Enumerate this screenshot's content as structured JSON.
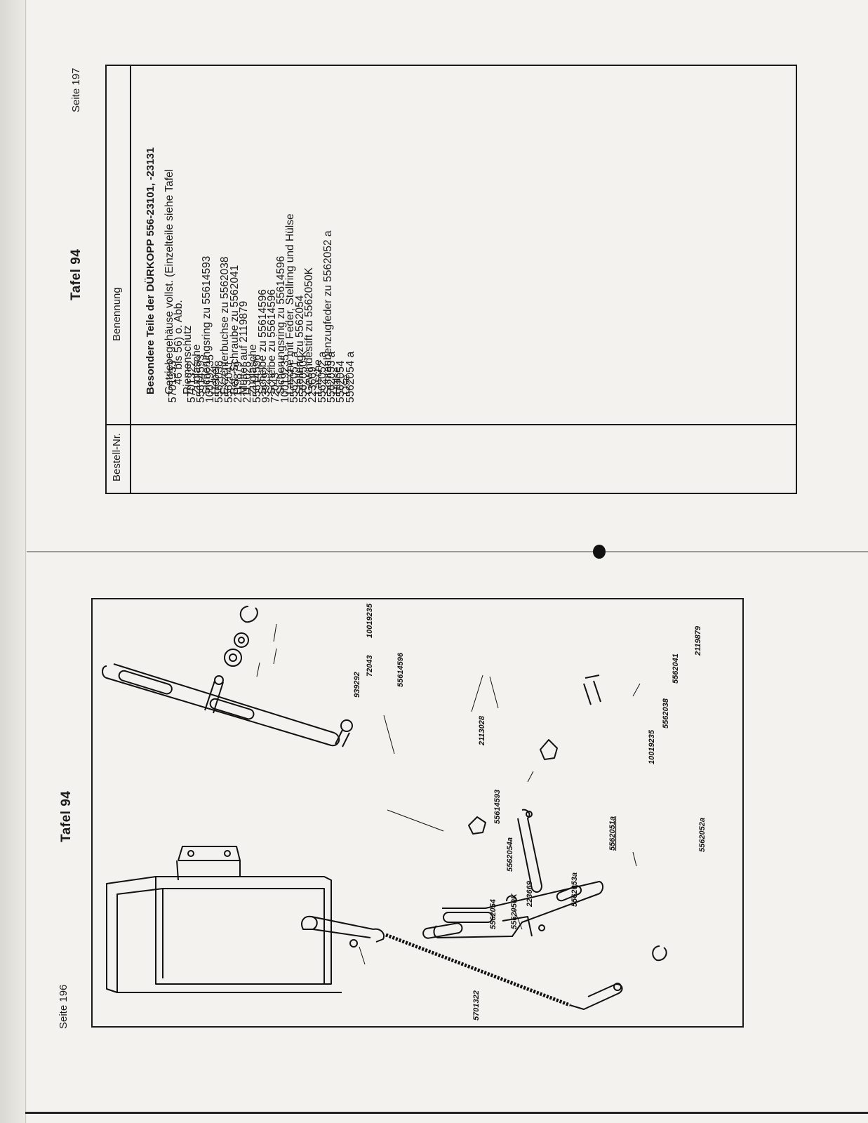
{
  "upper_page": {
    "page_number": "Seite 197",
    "title": "Tafel 94",
    "table": {
      "col_number": "Bestell-Nr.",
      "col_name": "Benennung",
      "heading": "Besondere Teile der DÜRKOPP 556-23101, -23131",
      "rows": [
        {
          "nr": "5701333",
          "name": "Getriebegehäuse vollst. (Einzelteile siehe Tafel"
        },
        {
          "nr": "",
          "name": "46 bis 56) o. Abb.",
          "indent": true
        },
        {
          "nr": "5701322",
          "name": "Riemenschutz"
        },
        {
          "nr": "55614593",
          "name": "Zuglasche"
        },
        {
          "nr": "10019235",
          "name": "Sicherungsring zu 55614593"
        },
        {
          "nr": "5562038",
          "name": "Hebel"
        },
        {
          "nr": "5562041",
          "name": "Exzenterbuchse zu 5562038"
        },
        {
          "nr": "2119879",
          "name": "Bef.-Schraube zu 5562041"
        },
        {
          "nr": "2113028",
          "name": "Mutter auf 2119879"
        },
        {
          "nr": "55614596",
          "name": "Zuglasche"
        },
        {
          "nr": "939292",
          "name": "Scheibe zu 55614596"
        },
        {
          "nr": "72043",
          "name": "Scheibe zu 55614596"
        },
        {
          "nr": "10019235",
          "name": "Sicherungsring zu 55614596"
        },
        {
          "nr": "5562051 a",
          "name": "Lasche mit Feder, Stellring und Hülse"
        },
        {
          "nr": "5562050 K",
          "name": "Stellring zu 5562054"
        },
        {
          "nr": "223669",
          "name": "Gewindestift zu 5562050K"
        },
        {
          "nr": "5562052 a",
          "name": "Lasche"
        },
        {
          "nr": "5562053 a",
          "name": "Schraubenzugfeder zu 5562052 a"
        },
        {
          "nr": "5562054",
          "name": "Hülse"
        },
        {
          "nr": "5562054 a",
          "name": "Öse"
        }
      ]
    }
  },
  "lower_page": {
    "page_number": "Seite 196",
    "title": "Tafel 94",
    "labels": {
      "l_5701322": "5701322",
      "l_55614596": "55614596",
      "l_939292": "939292",
      "l_72043": "72043",
      "l_10019235_a": "10019235",
      "l_2113028": "2113028",
      "l_2119879": "2119879",
      "l_5562038": "5562038",
      "l_5562041": "5562041",
      "l_10019235_b": "10019235",
      "l_55614593": "55614593",
      "l_5562054a": "5562054a",
      "l_5562054": "5562054",
      "l_5562050K": "5562050K",
      "l_223669": "223669",
      "l_5562053a": "5562053a",
      "l_5562051a": "5562051a",
      "l_5562052a": "5562052a"
    }
  }
}
